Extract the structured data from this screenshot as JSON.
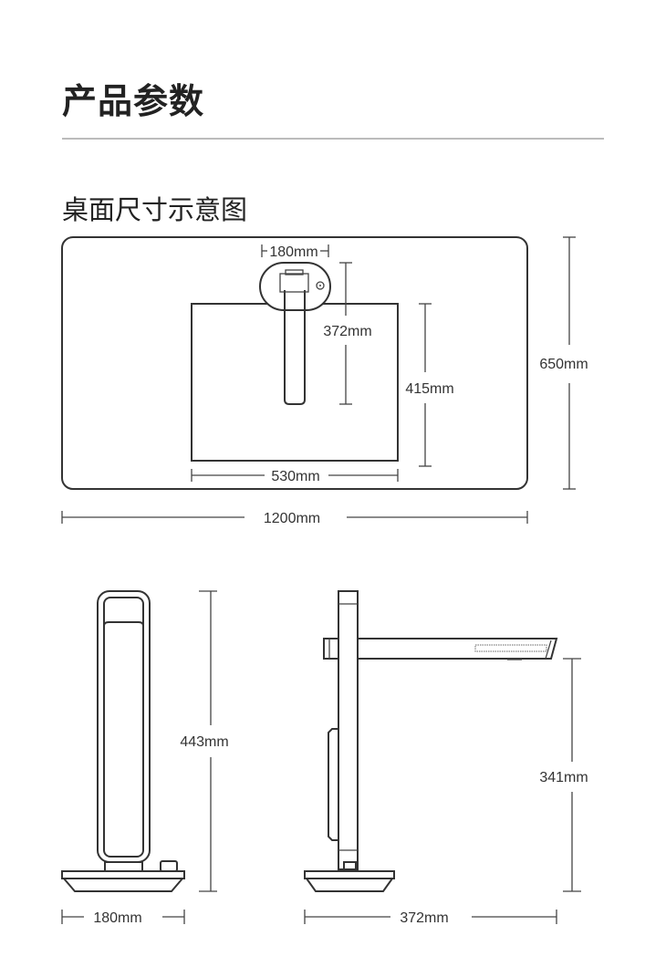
{
  "header": {
    "title": "产品参数",
    "subtitle": "桌面尺寸示意图"
  },
  "top_view": {
    "lamp_base_width": "180mm",
    "arm_length": "372mm",
    "mat_depth": "415mm",
    "mat_width": "530mm",
    "desk_depth": "650mm",
    "desk_width": "1200mm"
  },
  "front_view": {
    "height": "443mm",
    "base_width": "180mm"
  },
  "side_view": {
    "arm_height": "341mm",
    "base_depth": "372mm"
  }
}
